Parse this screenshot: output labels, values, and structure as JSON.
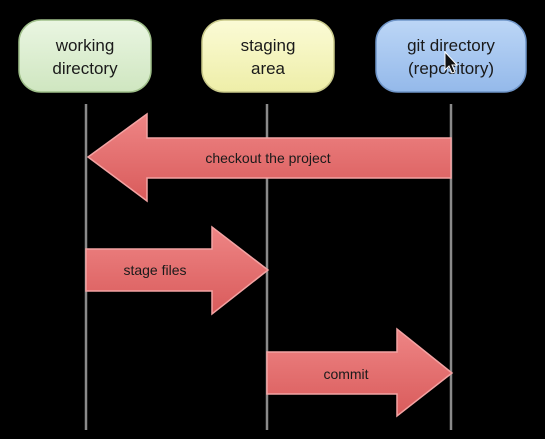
{
  "nodes": [
    {
      "id": "working",
      "lines": [
        "working",
        "directory"
      ],
      "fill": "#dcefd0",
      "stroke": "#9fbf8a"
    },
    {
      "id": "staging",
      "lines": [
        "staging",
        "area"
      ],
      "fill": "#f6f6bd",
      "stroke": "#c9c98a"
    },
    {
      "id": "git",
      "lines": [
        "git directory",
        "(repository)"
      ],
      "fill": "#a8c8f0",
      "stroke": "#6f95c8"
    }
  ],
  "arrows": [
    {
      "id": "checkout",
      "label": "checkout the project",
      "from": "git",
      "to": "working"
    },
    {
      "id": "stage",
      "label": "stage files",
      "from": "working",
      "to": "staging"
    },
    {
      "id": "commit",
      "label": "commit",
      "from": "staging",
      "to": "git"
    }
  ],
  "colors": {
    "arrow_fill": "#e36d6d",
    "arrow_stroke": "#f3a3a3",
    "lifeline": "#8a8a8a"
  },
  "cursor_icon": "mouse-pointer-icon"
}
